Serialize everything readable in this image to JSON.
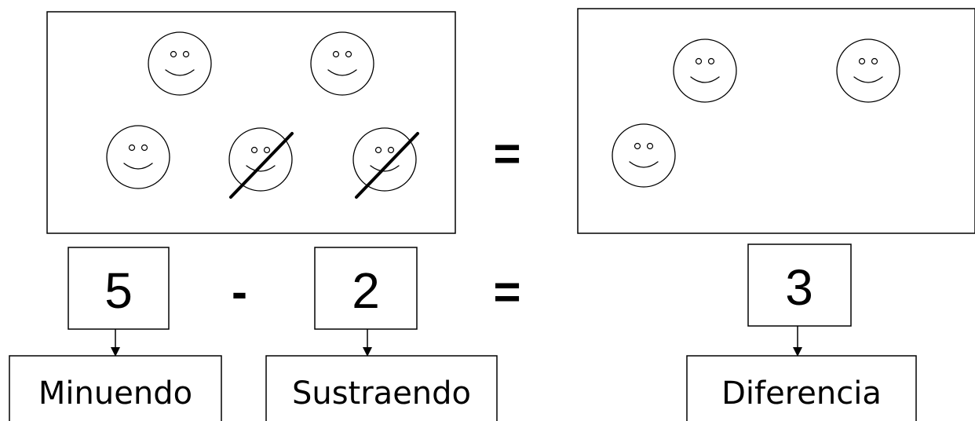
{
  "minuend": {
    "value": "5",
    "label": "Minuendo",
    "faces_total": 5,
    "faces_crossed_out": 2
  },
  "operator_minus": "-",
  "subtrahend": {
    "value": "2",
    "label": "Sustraendo"
  },
  "equals": "=",
  "difference": {
    "value": "3",
    "label": "Diferencia",
    "faces_total": 3
  }
}
